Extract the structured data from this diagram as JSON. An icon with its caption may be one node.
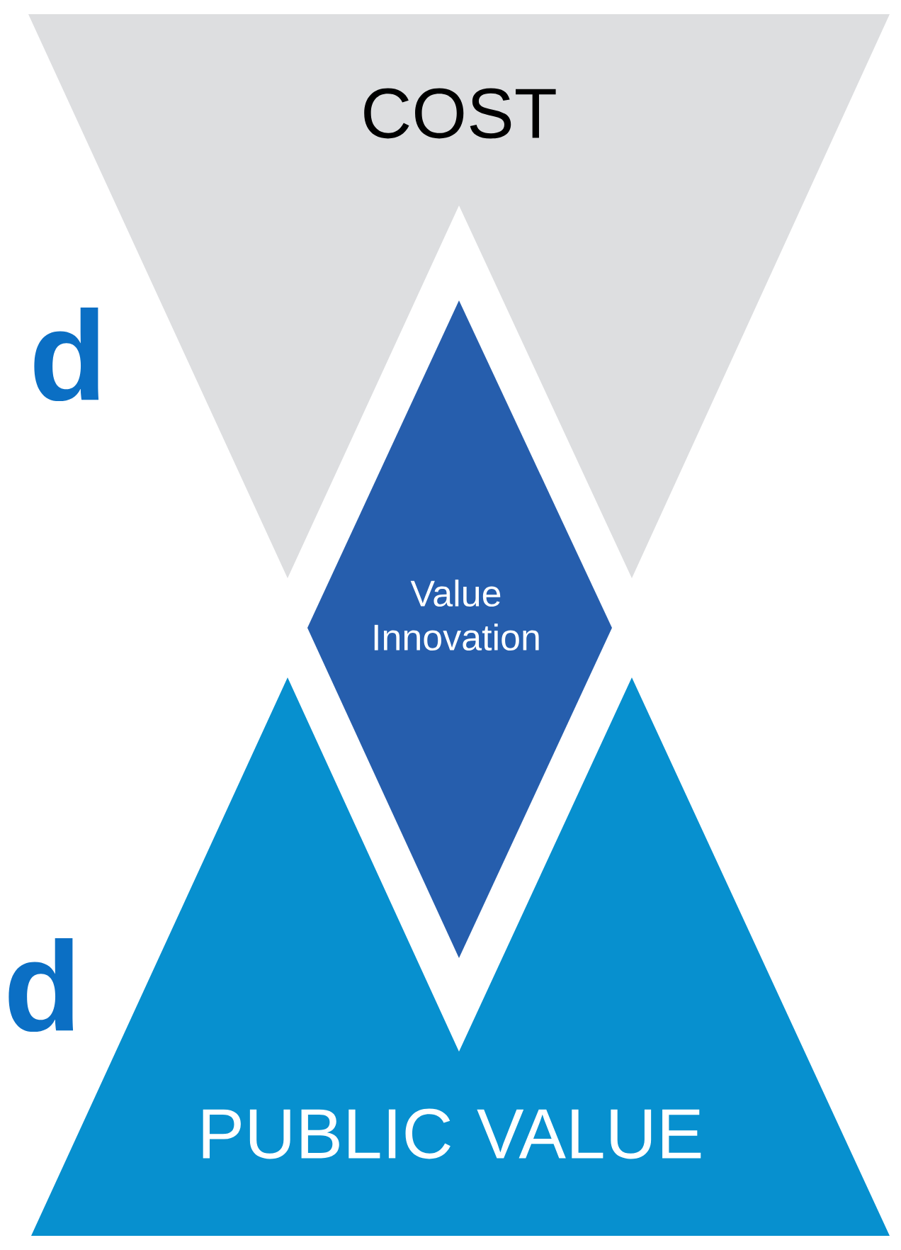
{
  "diagram": {
    "nodes": [
      {
        "text": [
          "COST"
        ]
      },
      {
        "text": [
          "Value Innovation"
        ]
      },
      {
        "text": [
          "PUBLIC VALUE"
        ]
      }
    ],
    "labels": [
      "d",
      "d"
    ]
  }
}
